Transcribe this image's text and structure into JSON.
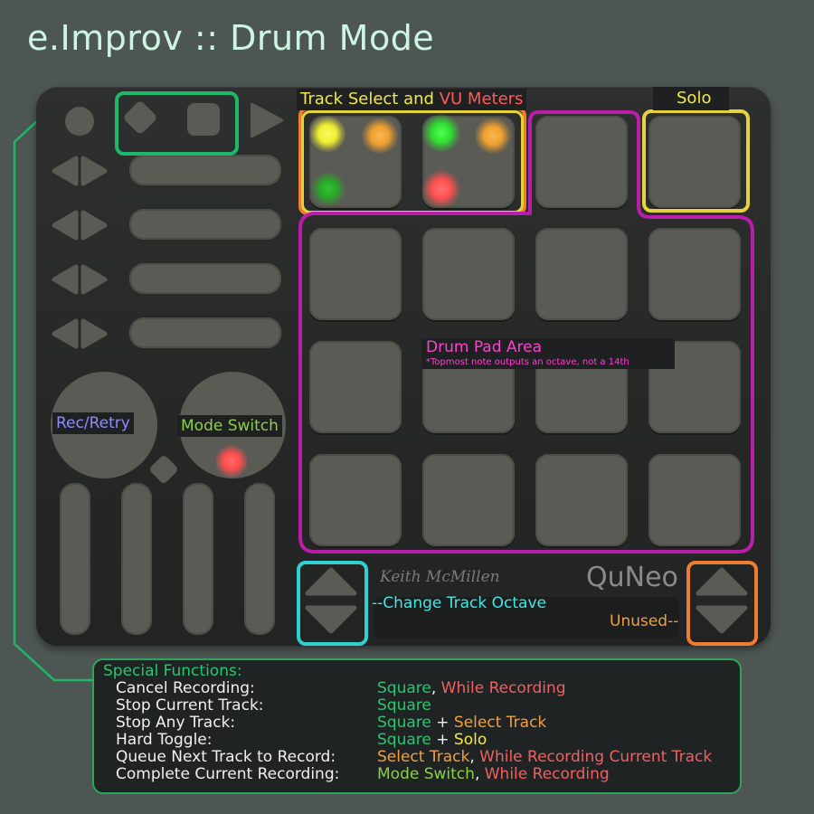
{
  "title": "e.Improv :: Drum Mode",
  "labels": {
    "track_select": "Track Select",
    "and": "and",
    "vu_meters": "VU Meters",
    "solo": "Solo",
    "drum_pad_area": "Drum Pad Area",
    "drum_pad_note": "*Topmost note outputs an octave, not a 14th",
    "rec_retry": "Rec/Retry",
    "mode_switch": "Mode Switch",
    "change_track_octave": "--Change Track Octave",
    "unused": "Unused--",
    "brand_left": "Keith McMillen",
    "brand_right": "QuNeo"
  },
  "special_functions": {
    "title": "Special Functions:",
    "rows": [
      {
        "name": "Cancel Recording:",
        "parts": [
          {
            "text": "Square",
            "color": "green"
          },
          {
            "text": ", ",
            "color": "white"
          },
          {
            "text": "While Recording",
            "color": "red"
          }
        ]
      },
      {
        "name": "Stop Current Track:",
        "parts": [
          {
            "text": "Square",
            "color": "green"
          }
        ]
      },
      {
        "name": "Stop Any Track:",
        "parts": [
          {
            "text": "Square",
            "color": "green"
          },
          {
            "text": " + ",
            "color": "white"
          },
          {
            "text": "Select Track",
            "color": "orange"
          }
        ]
      },
      {
        "name": "Hard Toggle:",
        "parts": [
          {
            "text": "Square",
            "color": "green"
          },
          {
            "text": " + ",
            "color": "white"
          },
          {
            "text": "Solo",
            "color": "yellow"
          }
        ]
      },
      {
        "name": "Queue Next Track to Record:",
        "parts": [
          {
            "text": "Select Track",
            "color": "orange"
          },
          {
            "text": ", ",
            "color": "white"
          },
          {
            "text": "While Recording Current Track",
            "color": "red"
          }
        ]
      },
      {
        "name": "Complete Current Recording:",
        "parts": [
          {
            "text": "Mode Switch",
            "color": "mode"
          },
          {
            "text": ", ",
            "color": "white"
          },
          {
            "text": "While Recording",
            "color": "red"
          }
        ]
      }
    ]
  },
  "colors": {
    "green_box": "#1fb86a",
    "yellow_box": "#e6d23a",
    "orange_box": "#f07c30",
    "magenta_box": "#b81ea8",
    "cyan_box": "#30d0d0",
    "led_yellow": "#f0ee30",
    "led_orange": "#f0a030",
    "led_green": "#30e030",
    "led_red": "#ff5050",
    "text_magenta": "#ff40d0",
    "text_blue": "#8c8cff",
    "text_cyan": "#40e8e8"
  }
}
